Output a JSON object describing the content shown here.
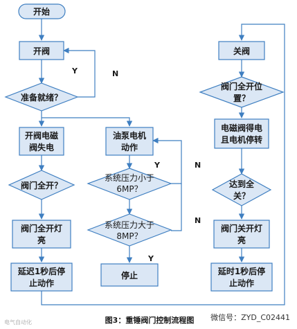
{
  "nodes": {
    "start": "开始",
    "open_valve": "开阀",
    "ready": "准备就绪？",
    "solenoid_line1": "开阀电磁",
    "solenoid_line2": "阀失电",
    "valve_full_open": "阀门全开？",
    "lamp_line1": "阀门全开灯",
    "lamp_line2": "亮",
    "delay_line1": "延迟1秒后停",
    "delay_line2": "止动作",
    "pump_line1": "油泵电机",
    "pump_line2": "动作",
    "press_low_line1": "系统压力小于",
    "press_low_line2": "6MP？",
    "press_high_line1": "系统压力大于",
    "press_high_line2": "8MP？",
    "stop": "停止",
    "close_valve": "关阀",
    "full_open_pos_line1": "阀门全开位",
    "full_open_pos_line2": "置？",
    "solenoid_energize_line1": "电磁阀得电",
    "solenoid_energize_line2": "且电机停转",
    "reach_full_close_line1": "达到全",
    "reach_full_close_line2": "关？",
    "closed_lamp_line1": "阀门关开灯",
    "closed_lamp_line2": "亮",
    "delay_close_line1": "延时1秒后停",
    "delay_close_line2": "止动作"
  },
  "edge_labels": {
    "y1": "Y",
    "n1": "N",
    "y2": "Y",
    "n2": "N",
    "n3": "N",
    "y3": "Y"
  },
  "caption": "图3：重锤阀门控制流程图",
  "watermark_right": "微信号：ZYD_C02441",
  "watermark_left": "电气自动化"
}
